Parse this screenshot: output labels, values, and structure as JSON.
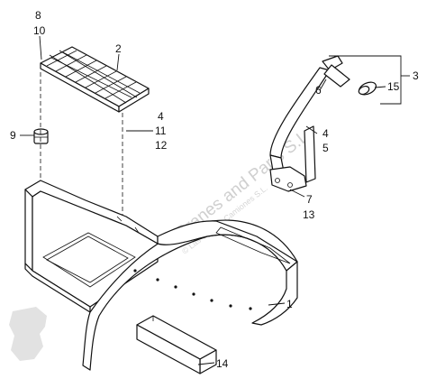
{
  "callouts": {
    "c1": "1",
    "c2": "2",
    "c3": "3",
    "c4a": "4",
    "c4b": "4",
    "c5": "5",
    "c6": "6",
    "c7": "7",
    "c8": "8",
    "c9": "9",
    "c10": "10",
    "c11": "11",
    "c12": "12",
    "c13": "13",
    "c14": "14",
    "c15": "15"
  },
  "watermark": {
    "main": "Las Colinas Cranes and Parts S.L.",
    "sub": "© Las Colinas Camiones S.L."
  },
  "colors": {
    "line": "#111111",
    "watermark": "#cfcfcf"
  }
}
